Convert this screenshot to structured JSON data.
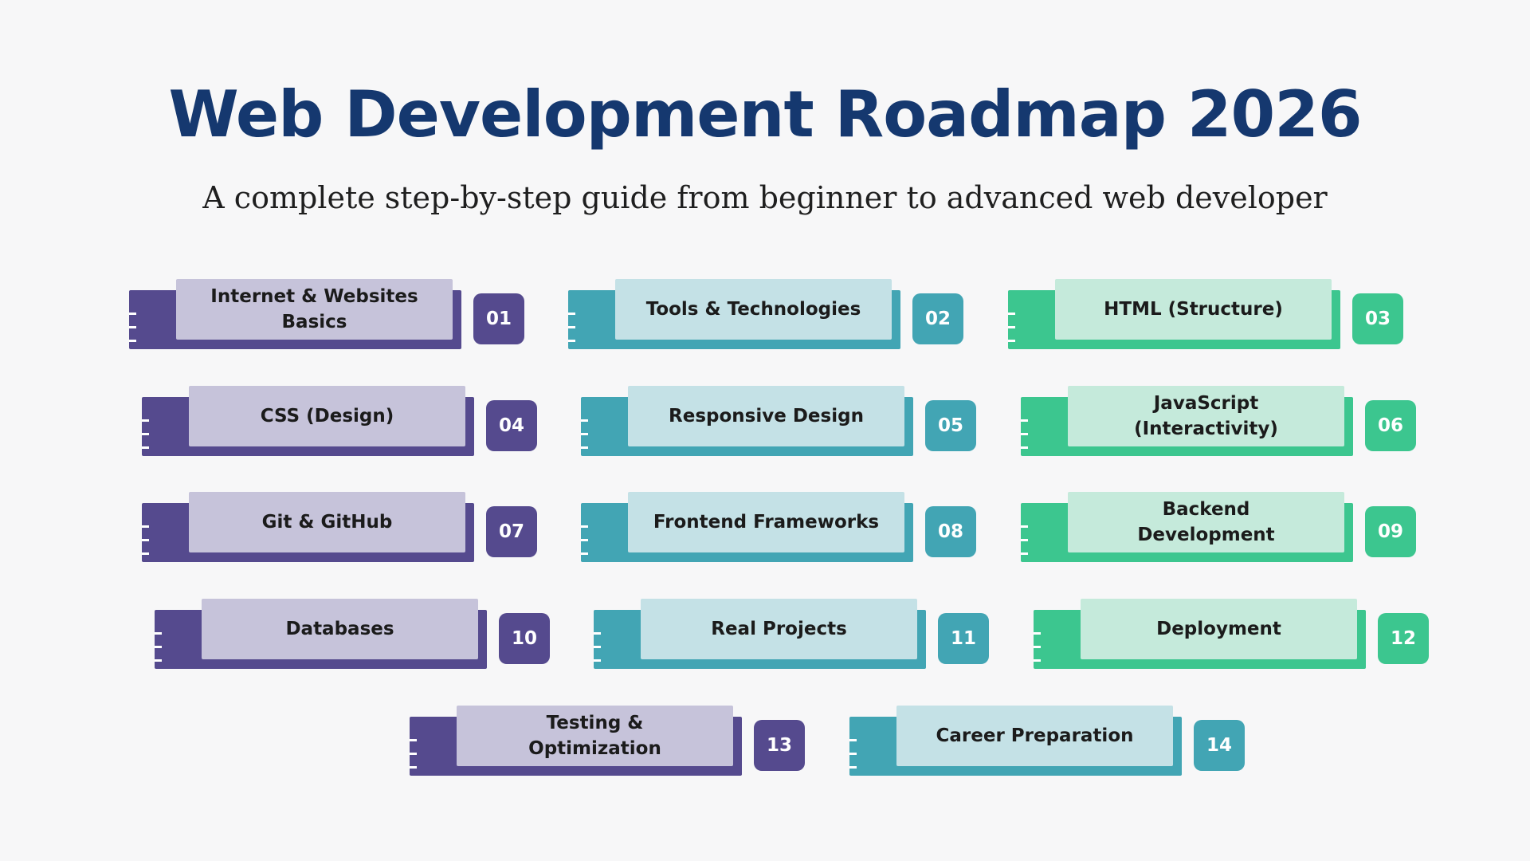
{
  "title": "Web Development Roadmap 2026",
  "subtitle": "A complete step-by-step guide from beginner to advanced web developer",
  "colors": {
    "title": "#15386f",
    "background": "#f7f7f8",
    "purple_dark": "#554a8e",
    "purple_light": "#c6c3da",
    "teal_dark": "#42a5b4",
    "teal_light": "#c4e1e6",
    "green_dark": "#3cc68f",
    "green_light": "#c5eadb"
  },
  "steps": [
    {
      "number": "01",
      "label": "Internet & Websites Basics",
      "color": "purple"
    },
    {
      "number": "02",
      "label": "Tools & Technologies",
      "color": "teal"
    },
    {
      "number": "03",
      "label": "HTML (Structure)",
      "color": "green"
    },
    {
      "number": "04",
      "label": "CSS (Design)",
      "color": "purple"
    },
    {
      "number": "05",
      "label": "Responsive Design",
      "color": "teal"
    },
    {
      "number": "06",
      "label": "JavaScript (Interactivity)",
      "color": "green"
    },
    {
      "number": "07",
      "label": "Git & GitHub",
      "color": "purple"
    },
    {
      "number": "08",
      "label": "Frontend Frameworks",
      "color": "teal"
    },
    {
      "number": "09",
      "label": "Backend Development",
      "color": "green"
    },
    {
      "number": "10",
      "label": "Databases",
      "color": "purple"
    },
    {
      "number": "11",
      "label": "Real Projects",
      "color": "teal"
    },
    {
      "number": "12",
      "label": "Deployment",
      "color": "green"
    },
    {
      "number": "13",
      "label": "Testing & Optimization",
      "color": "purple"
    },
    {
      "number": "14",
      "label": "Career Preparation",
      "color": "teal"
    }
  ]
}
